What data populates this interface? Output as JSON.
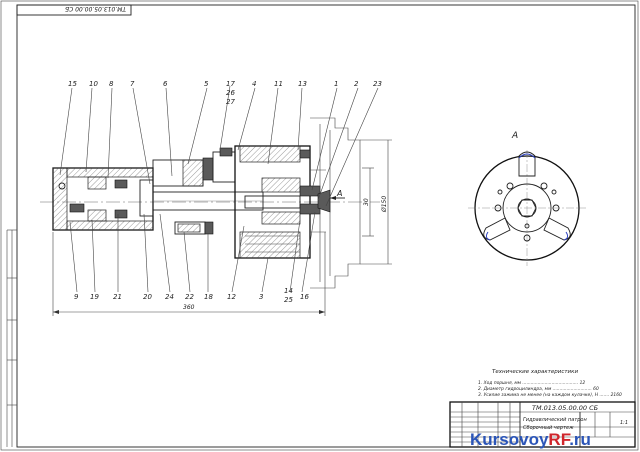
{
  "stamp": {
    "doc_code": "ТМ.013.05.00.00 СБ",
    "rotated_code": "ТМ.013.05.00.00 СБ"
  },
  "title_block": {
    "code": "ТМ.013.05.00.00 СБ",
    "name_line1": "Гидравлический патрон",
    "name_line2": "Сборочный чертеж",
    "sheet": "1:1"
  },
  "positions": {
    "top": [
      "15",
      "10",
      "8",
      "7",
      "6",
      "5",
      "17",
      "26",
      "27",
      "4",
      "11",
      "13",
      "1",
      "2",
      "23"
    ],
    "bottom": [
      "9",
      "19",
      "21",
      "20",
      "24",
      "22",
      "18",
      "12",
      "3",
      "14",
      "25",
      "16"
    ]
  },
  "dimensions": {
    "overall_length": "360",
    "dia_small": "30",
    "dia_large": "Ø150"
  },
  "view_label": "A",
  "section_mark": "A",
  "tech": {
    "title": "Технические характеристики",
    "lines": [
      "1. Ход поршня, мм ........................................ 12",
      "2. Диаметр гидроцилиндра, мм ............................ 60",
      "3. Усилие зажима не менее (на каждом кулачке), Н ....... 2160"
    ]
  },
  "watermark": {
    "brand": "Kursovoy",
    "suffix": "RF",
    "tld": ".ru"
  }
}
